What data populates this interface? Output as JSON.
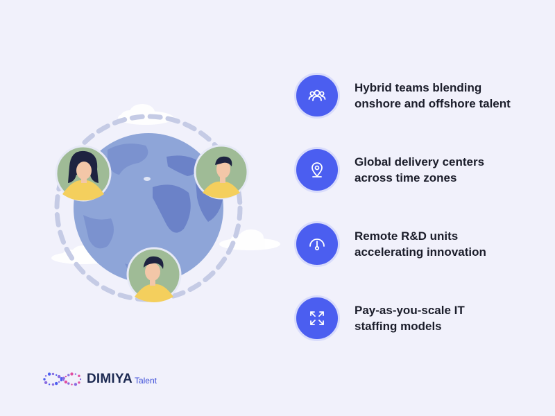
{
  "features": [
    {
      "icon": "people-group-icon",
      "lines": [
        "Hybrid teams blending",
        "onshore and offshore talent"
      ]
    },
    {
      "icon": "location-pin-icon",
      "lines": [
        "Global delivery centers",
        "across time zones"
      ]
    },
    {
      "icon": "gauge-icon",
      "lines": [
        "Remote R&D units",
        "accelerating innovation"
      ]
    },
    {
      "icon": "expand-arrows-icon",
      "lines": [
        "Pay-as-you-scale IT",
        "staffing models"
      ]
    }
  ],
  "brand": {
    "name": "DIMIYA",
    "suffix": "Talent",
    "icon": "infinity-dots-logo-icon"
  },
  "colors": {
    "background": "#f1f1fb",
    "accent": "#4b5ef0",
    "globe": "#8ea5d8",
    "land": "#6b82c8",
    "avatar_bg": "#9fbb96"
  }
}
